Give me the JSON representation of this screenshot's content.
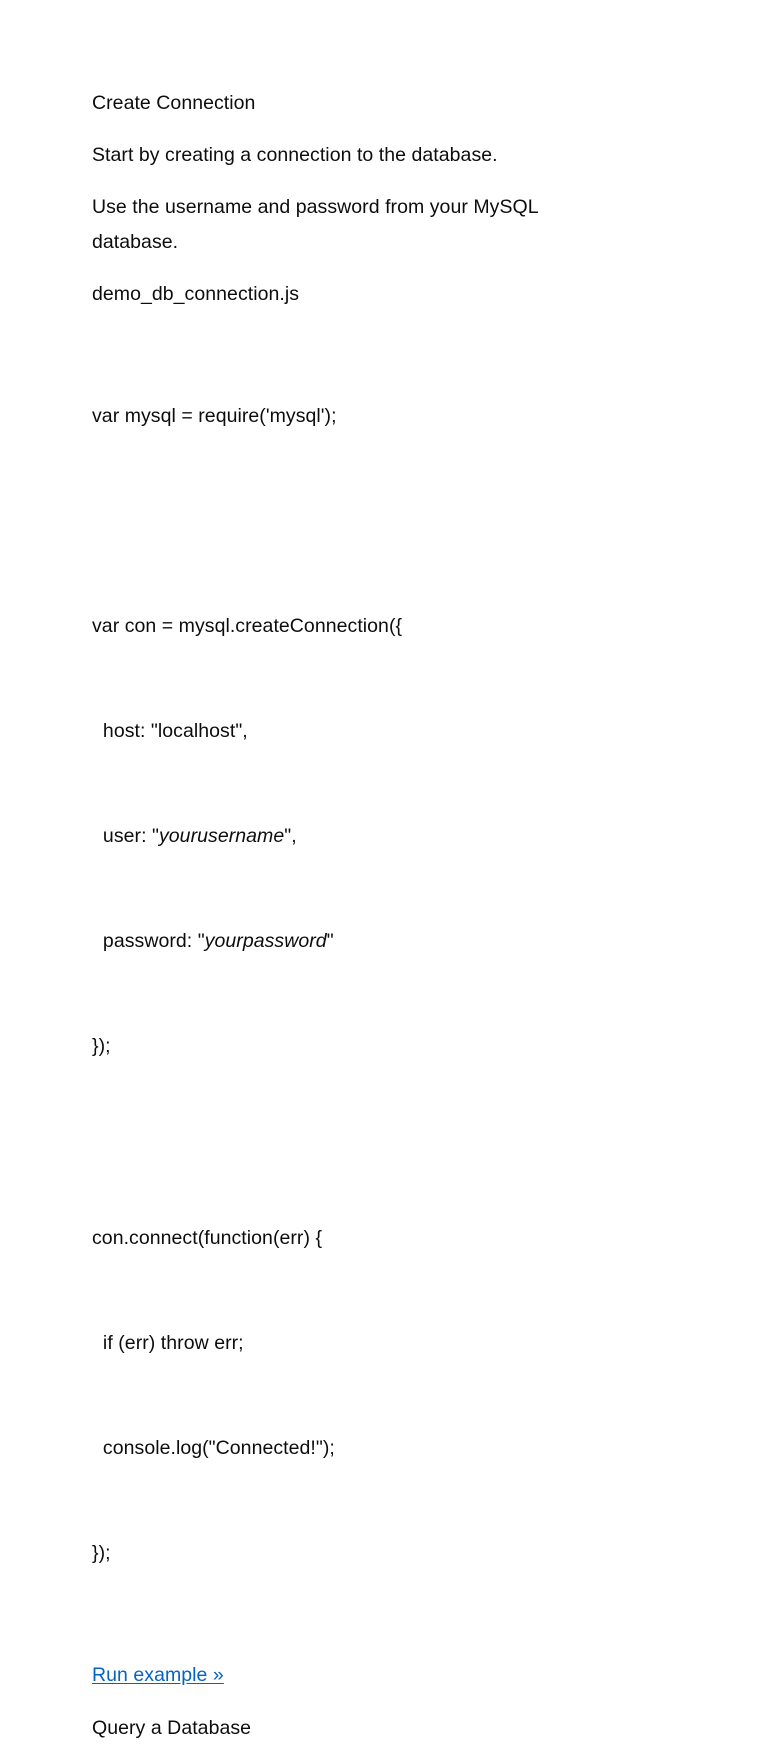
{
  "document": {
    "heading_top": "Create Connection",
    "intro_paragraph": "Start by creating a connection to the database.",
    "credentials_paragraph": "Use the username and password from your MySQL database.",
    "filename": "demo_db_connection.js",
    "code_block_1": {
      "line_1": "var mysql = require('mysql');",
      "line_2": "",
      "line_3": "var con = mysql.createConnection({",
      "line_4": "  host: \"localhost\",",
      "line_5_prefix": "  user: \"",
      "line_5_italic": "yourusername",
      "line_5_suffix": "\",",
      "line_6_prefix": "  password: \"",
      "line_6_italic": "yourpassword",
      "line_6_suffix": "\"",
      "line_7": "});"
    },
    "code_block_2": {
      "line_1": "con.connect(function(err) {",
      "line_2": "  if (err) throw err;",
      "line_3": "  console.log(\"Connected!\");",
      "line_4": "});"
    },
    "run_example_link": "Run example »",
    "heading_bottom": "Query a Database"
  },
  "colors": {
    "text": "#0d0d0d",
    "link": "#0563c1",
    "background": "#ffffff"
  }
}
